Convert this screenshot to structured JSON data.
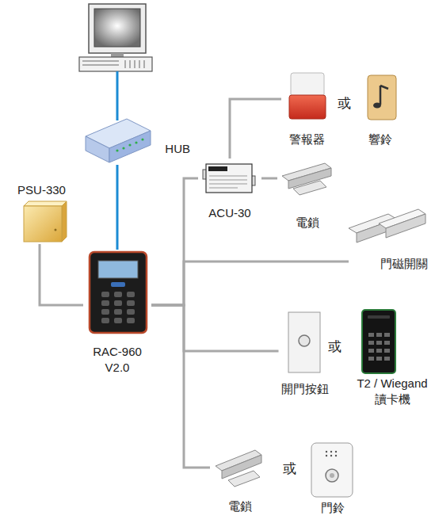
{
  "diagram": {
    "nodes": [
      {
        "text": [
          "HUB"
        ]
      },
      {
        "text": [
          "PSU-330"
        ]
      },
      {
        "text": [
          "RAC-960 V2.0"
        ]
      },
      {
        "text": [
          "ACU-30"
        ]
      },
      {
        "text": [
          "警報器"
        ]
      },
      {
        "text": [
          "響鈴"
        ]
      },
      {
        "text": [
          "電鎖"
        ]
      },
      {
        "text": [
          "門磁開關"
        ]
      },
      {
        "text": [
          "開門按鈕"
        ]
      },
      {
        "text": [
          "T2 / Wiegand 讀卡機"
        ]
      },
      {
        "text": [
          "電鎖"
        ]
      },
      {
        "text": [
          "門鈴"
        ]
      }
    ],
    "edges": [
      {
        "from": 0,
        "to": 2,
        "arrow": "none"
      },
      {
        "from": 1,
        "to": 2,
        "arrow": "none"
      },
      {
        "from": 2,
        "to": 3,
        "arrow": "none"
      },
      {
        "from": 3,
        "to": 4,
        "arrow": "none"
      },
      {
        "from": 3,
        "to": 6,
        "arrow": "none"
      },
      {
        "from": 2,
        "to": 7,
        "arrow": "none"
      },
      {
        "from": 2,
        "to": 8,
        "arrow": "none"
      },
      {
        "from": 2,
        "to": 10,
        "arrow": "none"
      }
    ],
    "labels": [
      "或",
      "或",
      "或"
    ]
  }
}
